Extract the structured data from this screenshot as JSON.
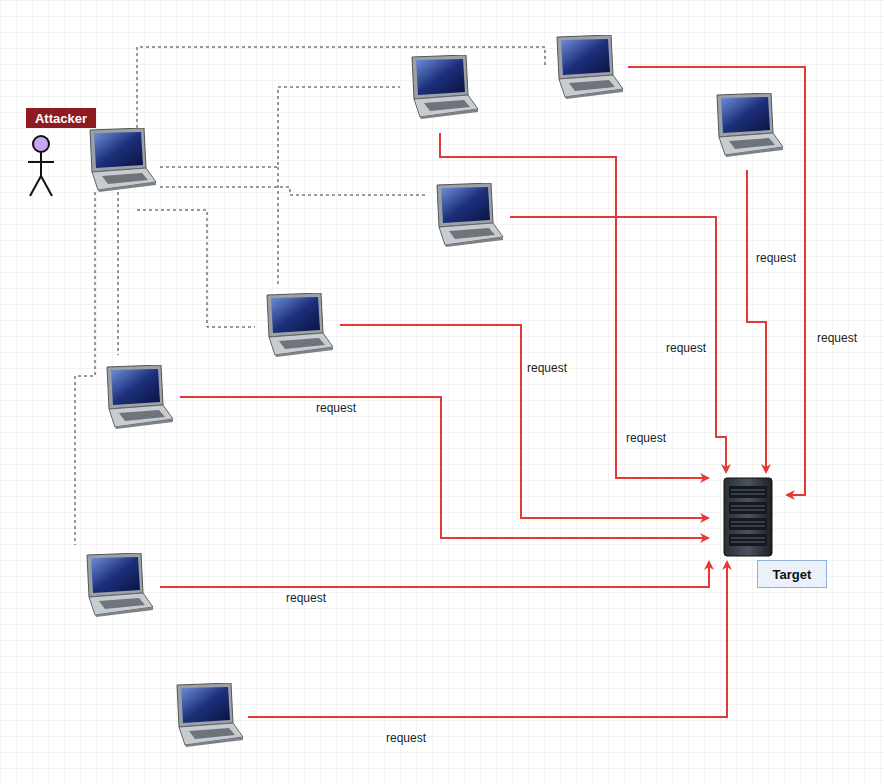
{
  "diagram": {
    "nodes": [
      {
        "text": [
          "Attacker"
        ]
      },
      {
        "text": [
          "Target"
        ]
      }
    ],
    "labels": [
      "request",
      "request",
      "request",
      "request",
      "request",
      "request",
      "request",
      "request"
    ]
  }
}
